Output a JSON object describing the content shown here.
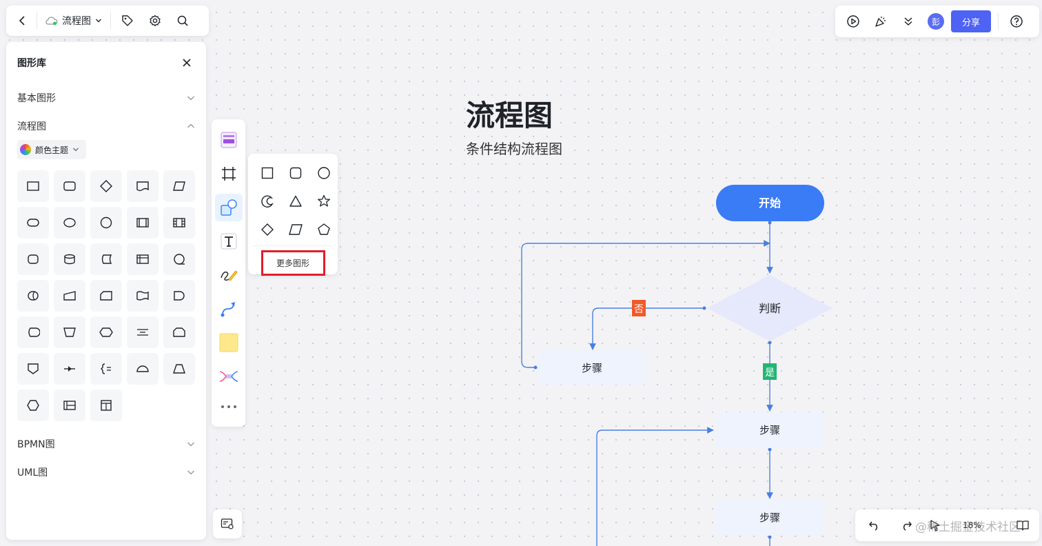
{
  "topbar": {
    "doc_title": "流程图"
  },
  "topright": {
    "avatar": "彭",
    "share_label": "分享"
  },
  "library": {
    "title": "图形库",
    "sections": {
      "basic": "基本图形",
      "flowchart": "流程图",
      "bpmn": "BPMN图",
      "uml": "UML图"
    },
    "theme_label": "颜色主题"
  },
  "popup": {
    "more_label": "更多图形"
  },
  "canvas": {
    "title": "流程图",
    "subtitle": "条件结构流程图",
    "nodes": {
      "start": "开始",
      "decision": "判断",
      "step_left": "步骤",
      "step_mid": "步骤",
      "step_bottom": "步骤"
    },
    "labels": {
      "no": "否",
      "yes": "是"
    }
  },
  "bottombar": {
    "zoom": "18%"
  },
  "watermark": "@稀土掘金技术社区",
  "colors": {
    "accent": "#4e63f3",
    "start_node": "#3a7bf6",
    "decision_node": "#e6e8fb",
    "step_node": "#eef3fd",
    "connector": "#4a7fe0",
    "no_label": "#f05a28",
    "yes_label": "#22b573",
    "highlight": "#e11d2a"
  }
}
